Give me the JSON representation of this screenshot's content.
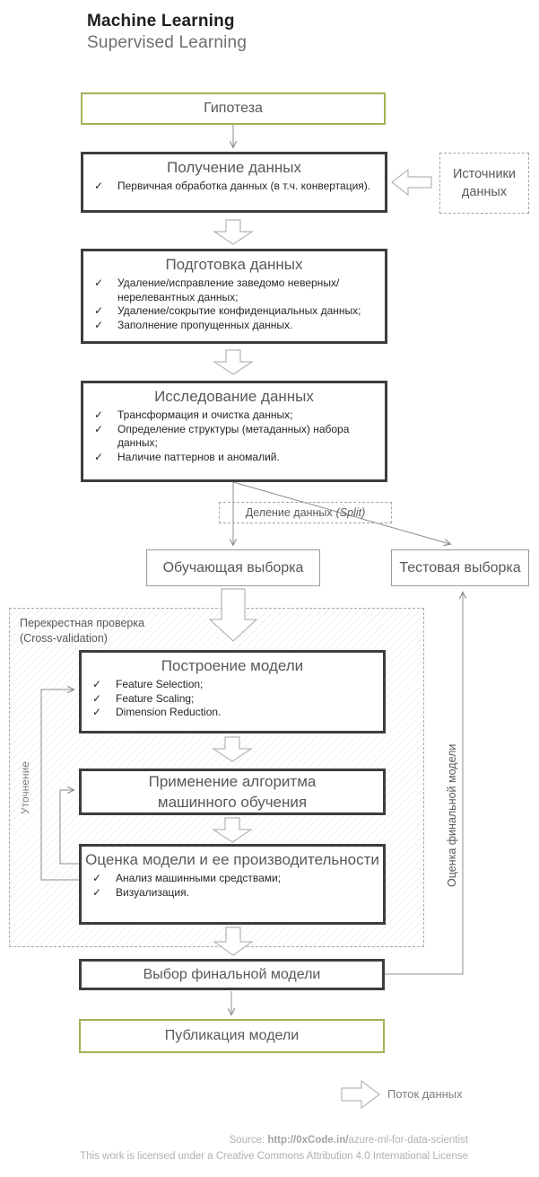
{
  "title": {
    "line1": "Machine Learning",
    "line2": "Supervised Learning"
  },
  "colors": {
    "accent_olive": "#9fb356",
    "dark_box_border": "#3d3d3d",
    "gray_border": "#a6a6a6",
    "body_text": "#262626",
    "heading_text": "#595959",
    "footer_text": "#b0b0b0"
  },
  "nodes": {
    "hypothesis": {
      "label": "Гипотеза"
    },
    "acquisition": {
      "title": "Получение данных",
      "bullets": [
        "Первичная обработка данных (в т.ч. конвертация)."
      ]
    },
    "sources": {
      "line1": "Источники",
      "line2": "данных"
    },
    "preparation": {
      "title": "Подготовка данных",
      "bullets": [
        "Удаление/исправление заведомо неверных/нерелевантных данных;",
        "Удаление/сокрытие конфиденциальных данных;",
        "Заполнение пропущенных данных."
      ]
    },
    "exploration": {
      "title": "Исследование данных",
      "bullets": [
        "Трансформация и очистка данных;",
        "Определение структуры (метаданных) набора данных;",
        "Наличие паттернов и аномалий."
      ]
    },
    "split": {
      "label": "Деление данных",
      "label_italic": "(Split)"
    },
    "training_set": {
      "label": "Обучающая выборка"
    },
    "test_set": {
      "label": "Тестовая выборка"
    },
    "cross_validation": {
      "line1": "Перекрестная проверка",
      "line2": "(Cross-validation)"
    },
    "model_building": {
      "title": "Построение модели",
      "bullets": [
        "Feature Selection;",
        "Feature Scaling;",
        "Dimension Reduction."
      ]
    },
    "algorithm": {
      "line1": "Применение алгоритма",
      "line2": "машинного обучения"
    },
    "evaluation": {
      "title": "Оценка модели и ее производительности",
      "bullets": [
        "Анализ машинными средствами;",
        "Визуализация."
      ]
    },
    "refinement": {
      "label": "Уточнение"
    },
    "final_model": {
      "label": "Выбор финальной модели"
    },
    "final_evaluation": {
      "label": "Оценка финальной модели"
    },
    "publish": {
      "label": "Публикация модели"
    }
  },
  "legend": {
    "flow_label": "Поток данных"
  },
  "footer": {
    "source_prefix": "Source: ",
    "source_bold": "http://0xCode.in/",
    "source_suffix": "azure-ml-for-data-scientist",
    "license": "This work is licensed under a Creative Commons Attribution 4.0 International License"
  }
}
